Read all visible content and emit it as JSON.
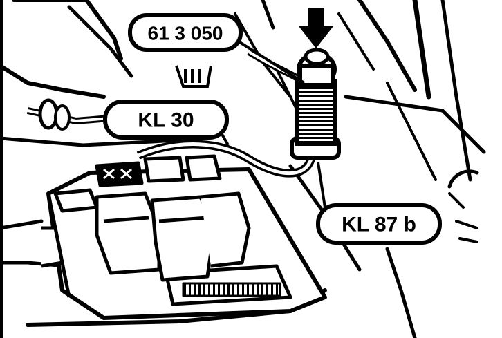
{
  "diagram": {
    "callouts": [
      {
        "id": "part-number",
        "text": "61 3 050"
      },
      {
        "id": "terminal-30",
        "text": "KL 30"
      },
      {
        "id": "terminal-87b",
        "text": "KL 87 b"
      }
    ],
    "colors": {
      "ink": "#000000",
      "paper": "#ffffff"
    },
    "icons": [
      "press-arrow-icon",
      "connector-tool-icon",
      "relay-icon"
    ]
  }
}
